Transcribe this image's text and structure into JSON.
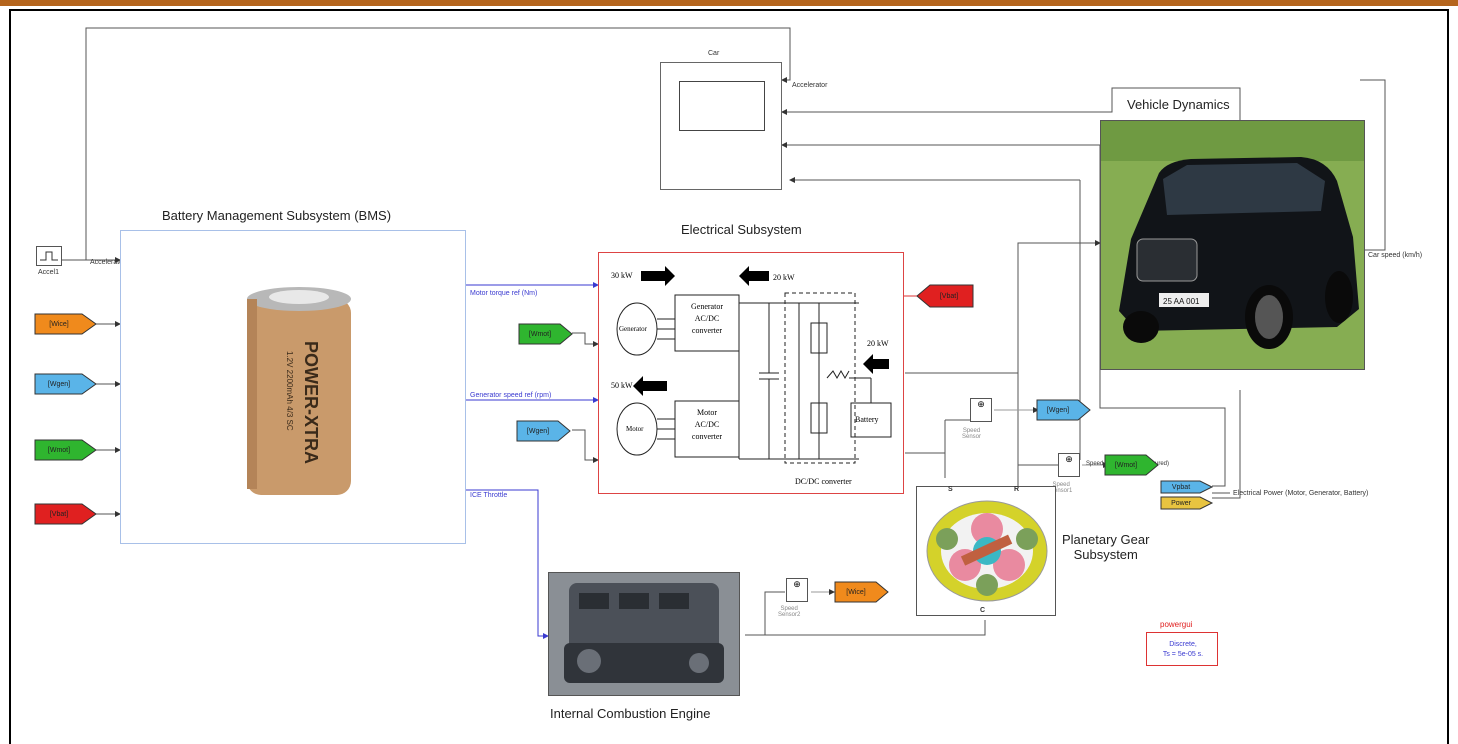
{
  "diagram": {
    "titles": {
      "bms": "Battery Management Subsystem (BMS)",
      "electrical": "Electrical Subsystem",
      "vehicle": "Vehicle Dynamics",
      "planetary": "Planetary Gear\nSubsystem",
      "ice": "Internal Combustion Engine"
    },
    "scope": {
      "title": "Car",
      "port_label": "Accelerator"
    },
    "accel_block": {
      "label": "Accel1",
      "port": "Accelerator"
    },
    "bms_outputs": {
      "motor": "Motor torque ref (Nm)",
      "generator": "Generator speed ref (rpm)",
      "throttle": "ICE Throttle"
    },
    "bms_input_tags": [
      {
        "text": "[Wice]",
        "color": "#f08a1c"
      },
      {
        "text": "[Wgen]",
        "color": "#5ab4e8"
      },
      {
        "text": "[Wmot]",
        "color": "#2fb52f"
      },
      {
        "text": "[Vbat]",
        "color": "#e02020"
      }
    ],
    "electrical_tags": {
      "motor_in": {
        "text": "[Wmot]",
        "color": "#2fb52f"
      },
      "gen_in": {
        "text": "[Wgen]",
        "color": "#5ab4e8"
      },
      "vbat_out": {
        "text": "[Vbat]",
        "color": "#e02020"
      }
    },
    "circuit": {
      "kw1": "30 kW",
      "kw2": "50 kW",
      "kw3": "20 kW",
      "kw4": "20 kW",
      "generator": "Generator",
      "motor": "Motor",
      "gen_conv": "Generator\nAC/DC\nconverter",
      "mot_conv": "Motor\nAC/DC\nconverter",
      "battery": "Battery",
      "dcdc": "DC/DC converter"
    },
    "vehicle": {
      "output": "Car speed (km/h)",
      "plate": "25 AA 001"
    },
    "sensors": [
      {
        "label": "Speed\nSensor",
        "tag": "[Wgen]",
        "tag_color": "#5ab4e8"
      },
      {
        "label": "Speed\nSensor1",
        "tag": "[Wmot]",
        "tag_color": "#2fb52f",
        "wire_label": "Speed (rpm)  Wmot (measured)"
      },
      {
        "label": "Speed\nSensor2",
        "tag": "[Wice]",
        "tag_color": "#f08a1c"
      }
    ],
    "power_tags": {
      "tag1": {
        "text": "Vpbat",
        "color": "#5ab4e8"
      },
      "tag2": {
        "text": "Power",
        "color": "#e8c440"
      },
      "label": "Electrical Power (Motor, Generator, Battery)"
    },
    "gear_ports": {
      "s": "S",
      "r": "R",
      "c": "C"
    },
    "powergui": {
      "title": "powergui",
      "line1": "Discrete,",
      "line2": "Ts = 5e-05 s."
    }
  }
}
